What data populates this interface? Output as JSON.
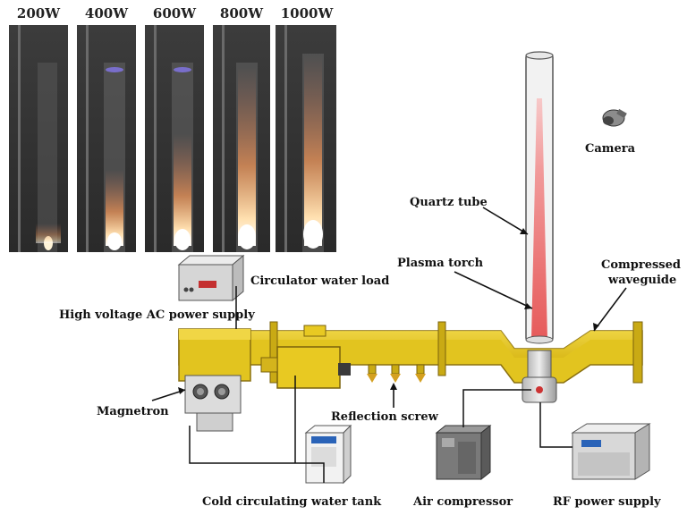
{
  "photo_strip": {
    "power_labels": [
      "200W",
      "400W",
      "600W",
      "800W",
      "1000W"
    ]
  },
  "labels": {
    "camera": "Camera",
    "quartz_tube": "Quartz tube",
    "plasma_torch": "Plasma torch",
    "compressed_waveguide_line1": "Compressed",
    "compressed_waveguide_line2": "waveguide",
    "circulator_water_load": "Circulator water load",
    "hv_power_supply": "High voltage AC power supply",
    "magnetron": "Magnetron",
    "reflection_screw": "Reflection screw",
    "cold_water_tank": "Cold circulating water tank",
    "air_compressor": "Air compressor",
    "rf_power_supply": "RF power supply"
  },
  "colors": {
    "waveguide": "#e2c41f",
    "waveguide_dark": "#b89a10",
    "plasma": "#e86b6b",
    "line": "#111111"
  }
}
